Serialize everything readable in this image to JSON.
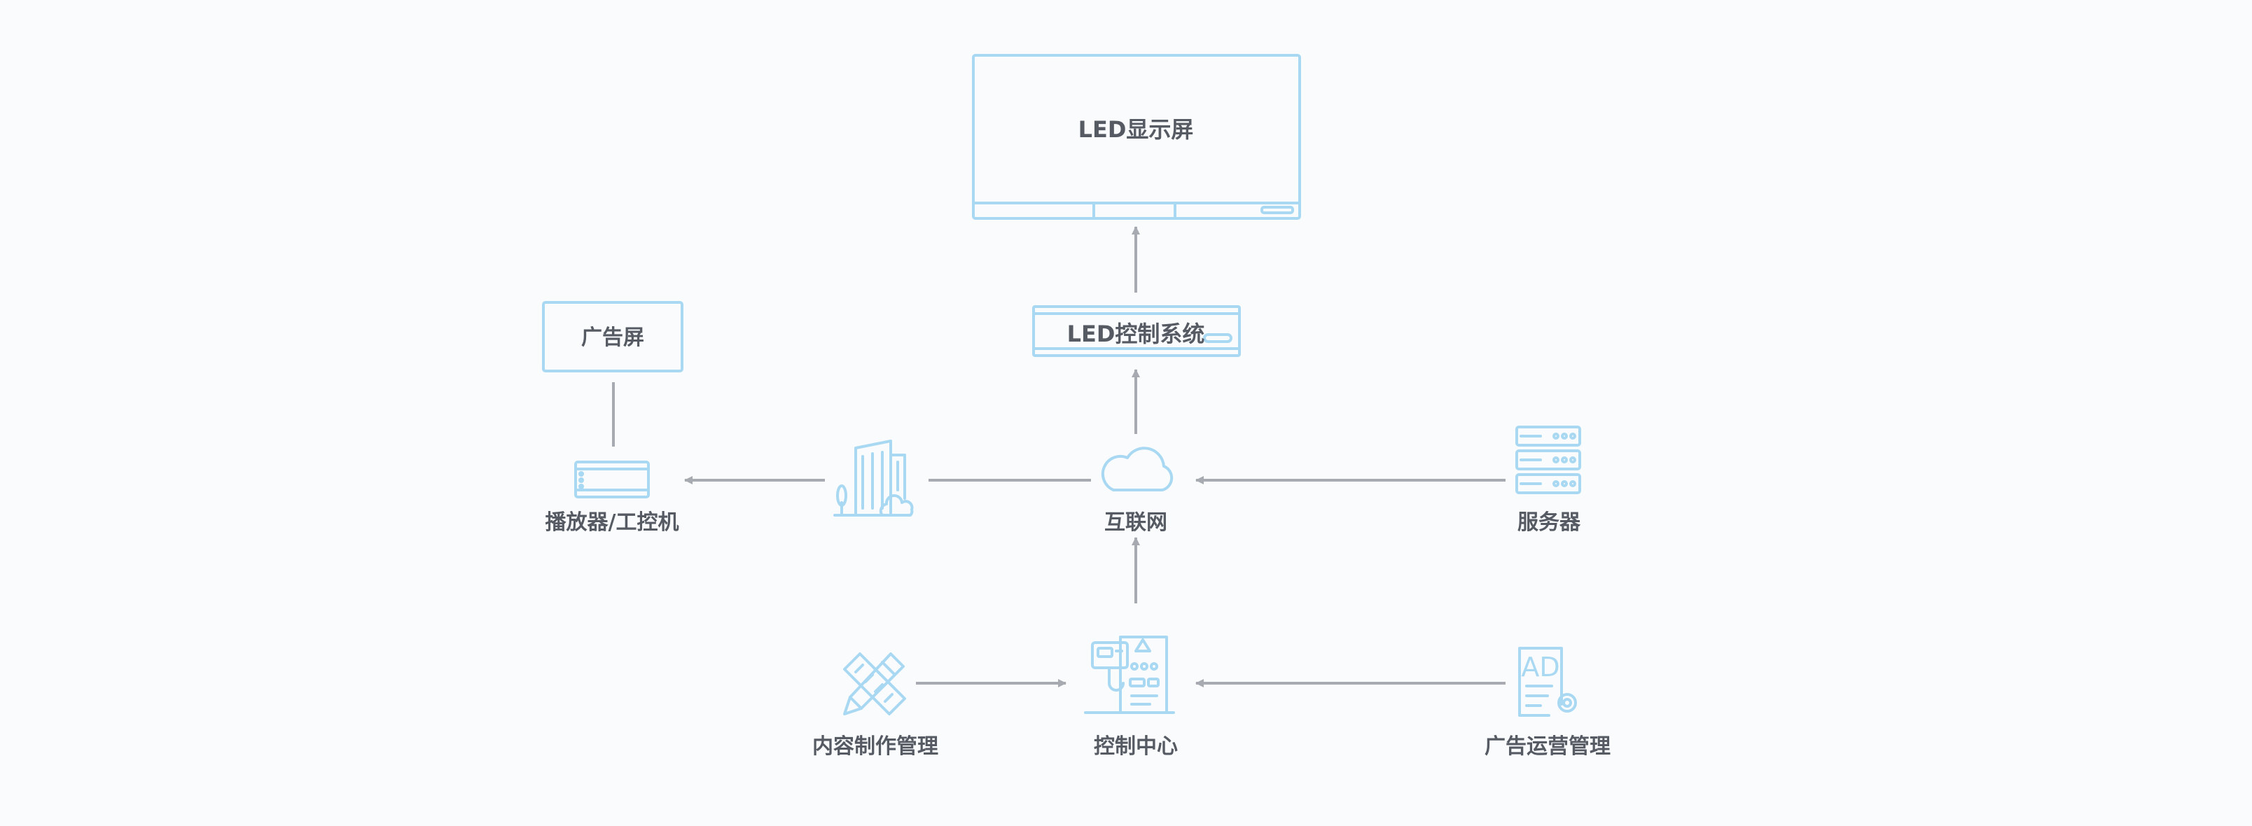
{
  "nodes": {
    "led_screen": "LED显示屏",
    "led_control": "LED控制系统",
    "ad_screen": "广告屏",
    "player": "播放器/工控机",
    "internet": "互联网",
    "server": "服务器",
    "content": "内容制作管理",
    "control_center": "控制中心",
    "ad_ops": "广告运营管理"
  },
  "icons": {
    "led_screen": "display-panel",
    "led_control": "controller-box",
    "ad_screen": "ad-screen",
    "player": "player-box",
    "building": "building-cloud-icon",
    "internet": "cloud-icon",
    "server": "server-rack-icon",
    "content": "pencil-ruler-icon",
    "control_center": "control-panel-icon",
    "ad_ops": "ad-document-gear-icon"
  },
  "colors": {
    "icon_stroke": "#a9d8f2",
    "connector": "#a7abb1",
    "label": "#555a63",
    "background": "#f9fbfd"
  }
}
